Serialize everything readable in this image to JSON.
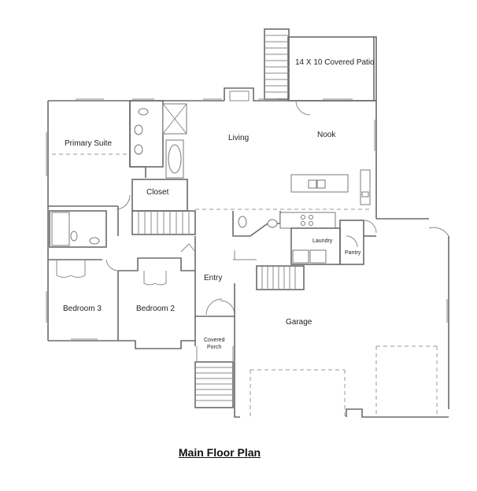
{
  "title": "Main Floor Plan",
  "rooms": {
    "patio": "14 X 10 Covered Patio",
    "primary_suite": "Primary Suite",
    "living": "Living",
    "nook": "Nook",
    "closet": "Closet",
    "laundry": "Laundry",
    "pantry": "Pantry",
    "entry": "Entry",
    "bedroom3": "Bedroom 3",
    "bedroom2": "Bedroom 2",
    "garage": "Garage",
    "covered_porch_line1": "Covered",
    "covered_porch_line2": "Porch"
  }
}
